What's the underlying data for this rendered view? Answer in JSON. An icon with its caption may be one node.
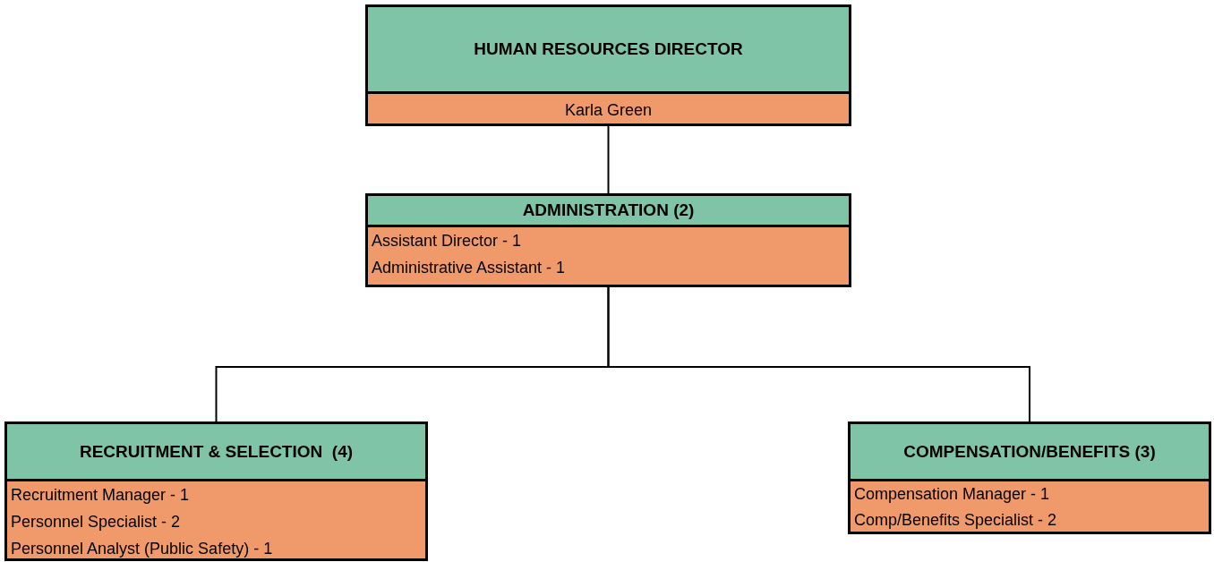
{
  "diagram": {
    "nodes": [
      {
        "text": [
          "HUMAN RESOURCES DIRECTOR",
          "Karla Green"
        ]
      },
      {
        "text": [
          "ADMINISTRATION (2)",
          "Assistant Director - 1",
          "Administrative Assistant - 1"
        ]
      },
      {
        "text": [
          "RECRUITMENT & SELECTION  (4)",
          "Recruitment Manager - 1",
          "Personnel Specialist - 2",
          "Personnel Analyst (Public Safety) - 1"
        ]
      },
      {
        "text": [
          "COMPENSATION/BENEFITS (3)",
          "Compensation Manager - 1",
          "Comp/Benefits Specialist - 2"
        ]
      }
    ],
    "edges": [
      {
        "from": 0,
        "to": 1,
        "arrow": "none"
      },
      {
        "from": 1,
        "to": 2,
        "arrow": "none"
      },
      {
        "from": 1,
        "to": 3,
        "arrow": "none"
      }
    ]
  }
}
